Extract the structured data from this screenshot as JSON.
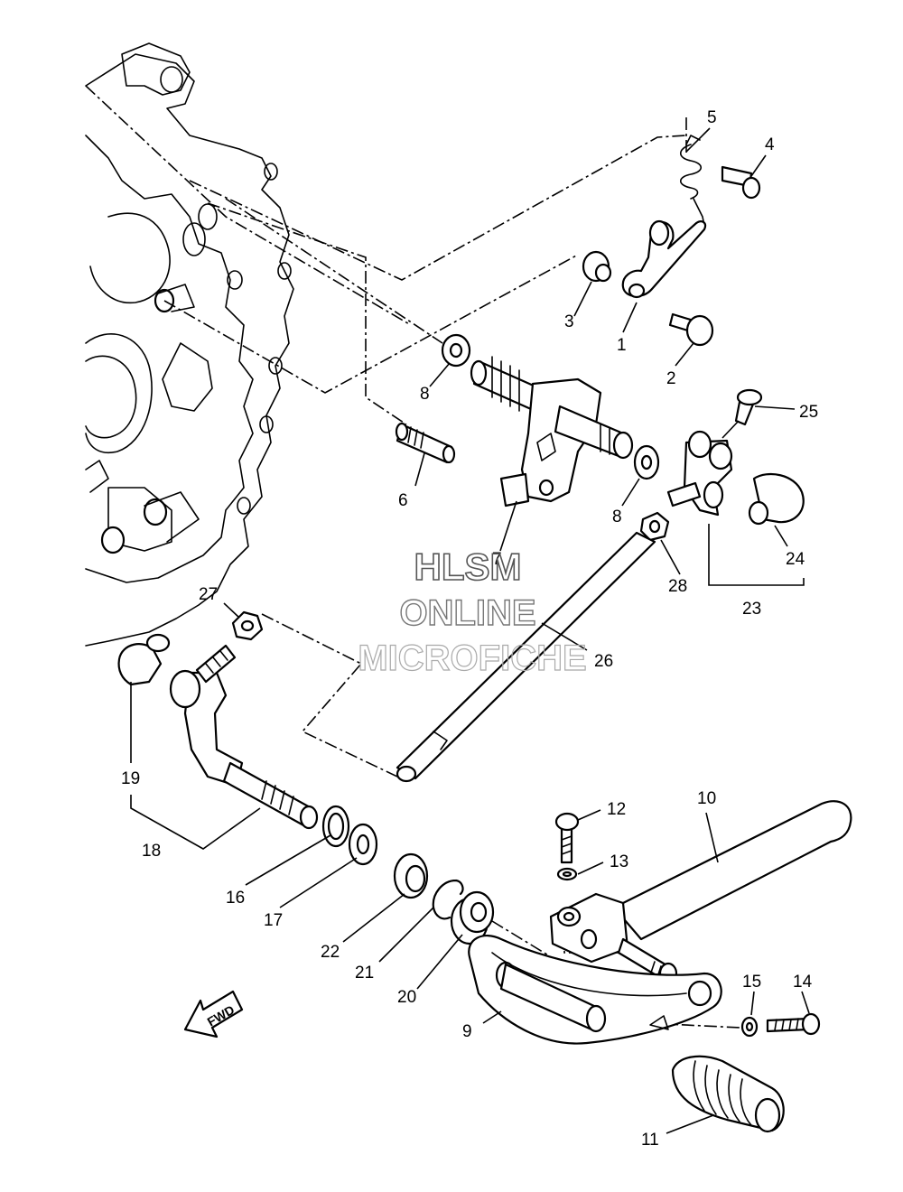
{
  "watermark": {
    "line1": "HLSM",
    "line2": "ONLINE",
    "line3": "MICROFICHE"
  },
  "direction_label": "FWD",
  "callouts": [
    "1",
    "2",
    "3",
    "4",
    "5",
    "6",
    "7",
    "8",
    "8",
    "9",
    "10",
    "11",
    "12",
    "13",
    "14",
    "15",
    "16",
    "17",
    "18",
    "19",
    "20",
    "21",
    "22",
    "23",
    "24",
    "25",
    "26",
    "27",
    "28"
  ],
  "colors": {
    "ink": "#000000",
    "paper": "#ffffff",
    "watermark": "#888888"
  }
}
